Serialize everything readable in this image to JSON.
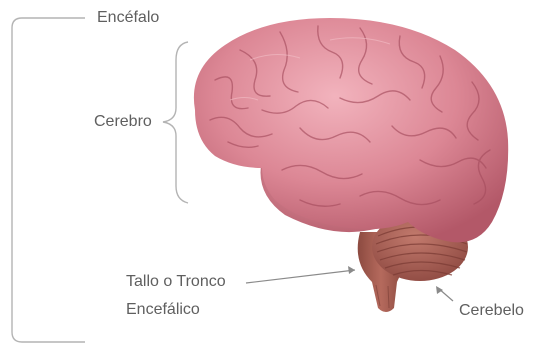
{
  "labels": {
    "encefalo": "Encéfalo",
    "cerebro": "Cerebro",
    "tallo_line1": "Tallo o Tronco",
    "tallo_line2": "Encefálico",
    "cerebelo": "Cerebelo"
  },
  "colors": {
    "label_text": "#5f5f5f",
    "bracket": "#b4b4b4",
    "cerebrum": "#d9818f",
    "cerebrum_shadow": "#b55a6b",
    "cerebellum": "#a85a50",
    "brainstem": "#9a5549"
  }
}
